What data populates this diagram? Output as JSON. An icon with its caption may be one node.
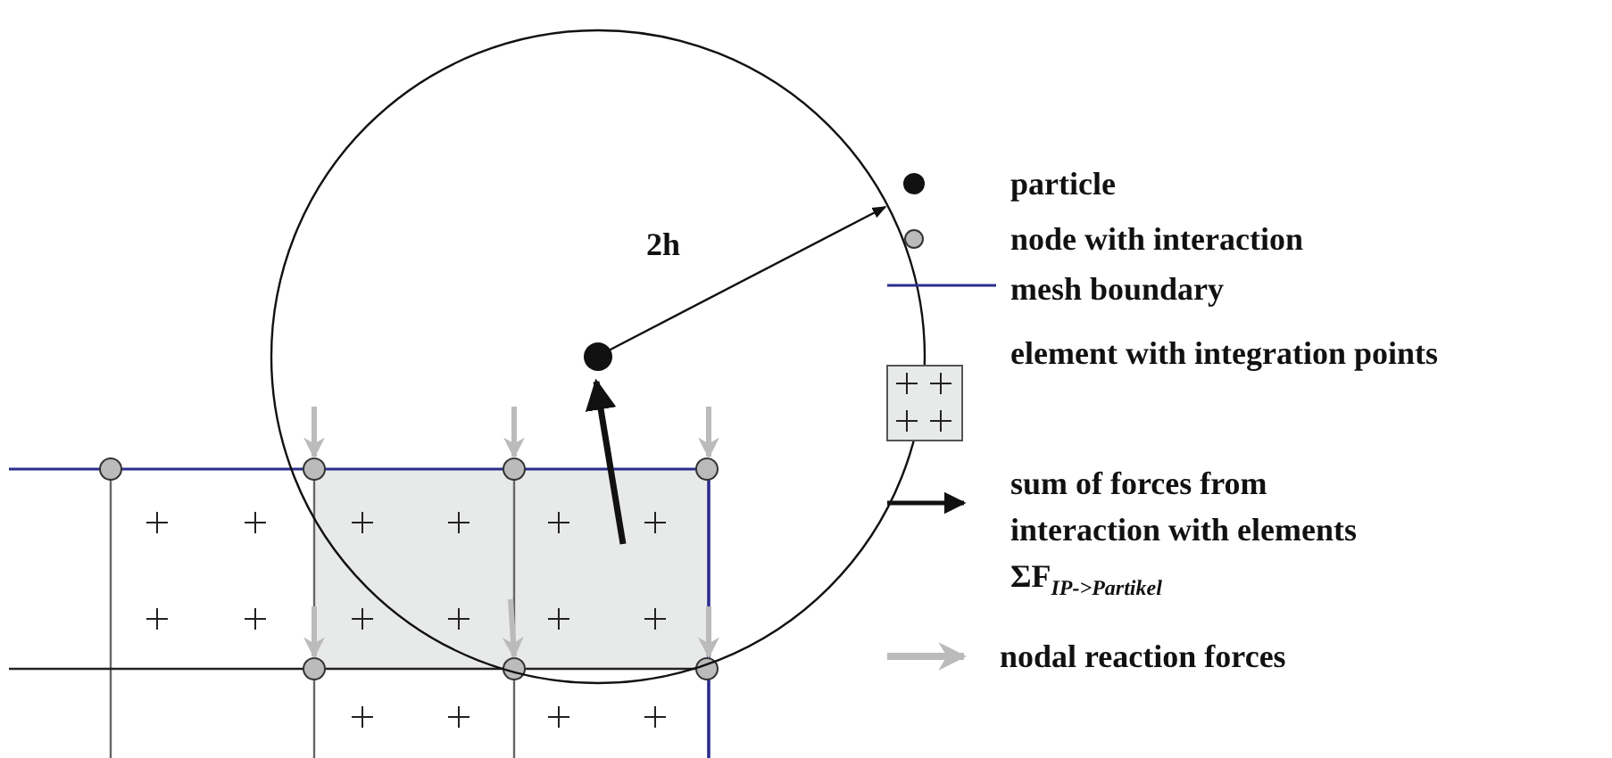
{
  "diagram": {
    "labels": [
      "2h"
    ],
    "legend": [
      {
        "text": "particle"
      },
      {
        "text": "node with interaction"
      },
      {
        "text": "mesh boundary"
      },
      {
        "text": "element with integration points"
      },
      {
        "text": "sum of forces from interaction with elements ΣF$_{IP->Partikel}$"
      },
      {
        "text": "nodal reaction forces"
      }
    ]
  }
}
